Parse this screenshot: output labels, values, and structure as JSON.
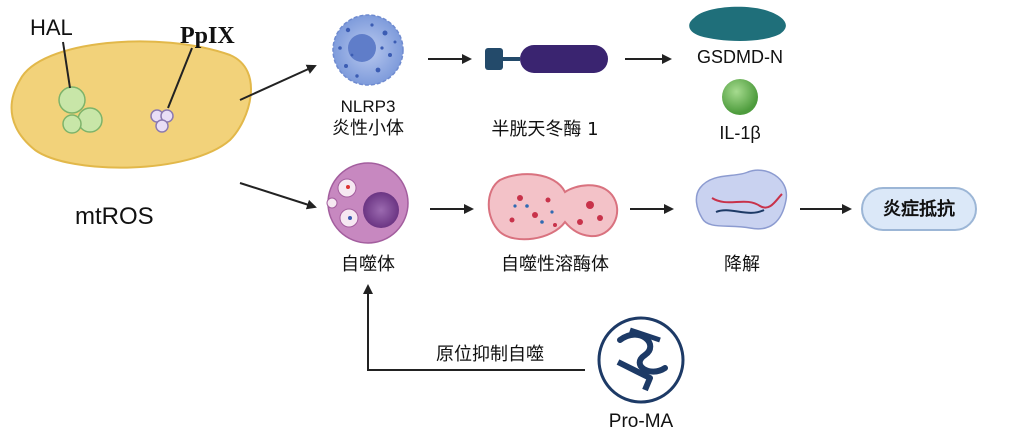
{
  "labels": {
    "hal": "HAL",
    "ppix": "PpIX",
    "mtros": "mtROS",
    "nlrp3": "NLRP3",
    "inflammasome": "炎性小体",
    "caspase1": "半胱天冬酶 1",
    "gsdmd": "GSDMD-N",
    "il1b": "IL-1β",
    "autophagosome": "自噬体",
    "autolysosome": "自噬性溶酶体",
    "degradation": "降解",
    "anti_inflammation": "炎症抵抗",
    "in_situ_inhibit": "原位抑制自噬",
    "proma": "Pro-MA"
  },
  "colors": {
    "cell_fill": "#f2d27a",
    "cell_stroke": "#e2b84a",
    "hal_vesicle": "#c8e6a8",
    "ppix_vesicle": "#d9c6ee",
    "inflammasome": "#8ea9e2",
    "caspase_body": "#3a2470",
    "caspase_head": "#234a6a",
    "gsdmd": "#1f6f7a",
    "il1b": "#6bbf5a",
    "autophagosome_outer": "#c788c0",
    "autophagosome_nucleus": "#7a3f91",
    "autolysosome": "#f3c2c8",
    "autolysosome_stroke": "#d9727f",
    "degradation": "#c9d2f0",
    "pill_fill": "#dbe8f8",
    "pill_stroke": "#9cb6d6",
    "proma": "#1d3a66",
    "arrow": "#222222"
  }
}
